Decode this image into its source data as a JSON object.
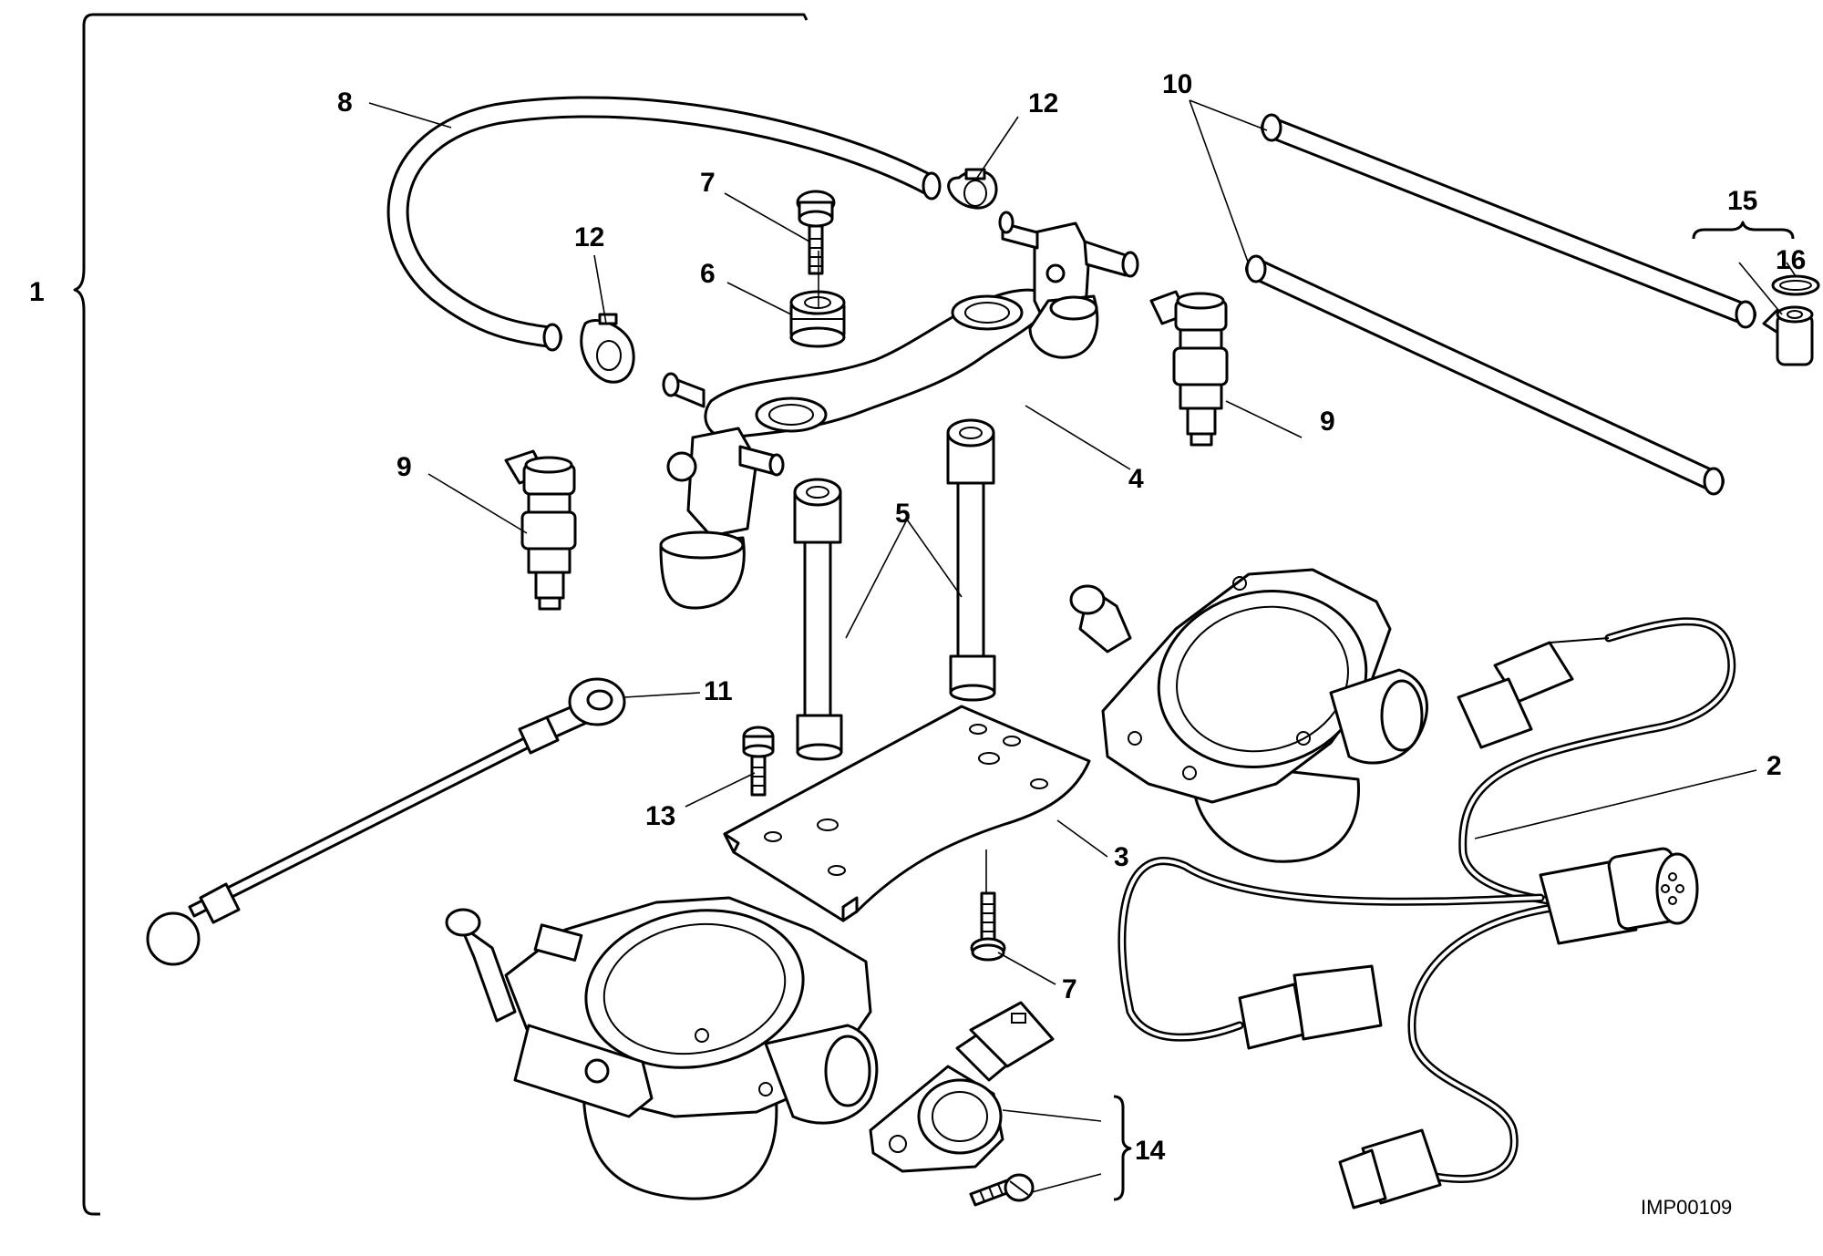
{
  "callouts": {
    "c1": "1",
    "c2": "2",
    "c3": "3",
    "c4": "4",
    "c5": "5",
    "c6": "6",
    "c7a": "7",
    "c7b": "7",
    "c8": "8",
    "c9a": "9",
    "c9b": "9",
    "c10": "10",
    "c11": "11",
    "c12a": "12",
    "c12b": "12",
    "c13": "13",
    "c14": "14",
    "c15": "15",
    "c16": "16"
  },
  "drawing_code": "IMP00109"
}
